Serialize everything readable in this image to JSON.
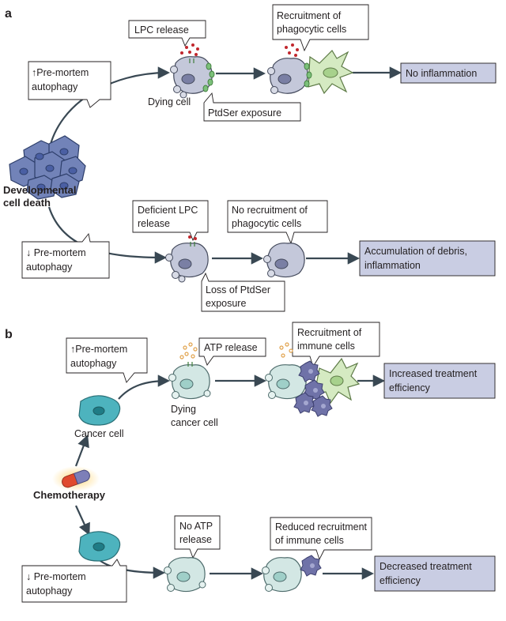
{
  "colors": {
    "arrow": "#394853",
    "outcome_box": "#c9cde3",
    "dev_cell": "#7283b8",
    "cancer_cell": "#4db3be",
    "dying_cell": "#c4c8da",
    "dying_cancer_cell": "#d3e7e4",
    "phagocyte": "#d5eac2",
    "immune_cell": "#6f72a8",
    "lpc_dot": "#c1272d",
    "atp_dot": "#e1a24c"
  },
  "panel_a": {
    "label": "a",
    "source_line1": "Developmental",
    "source_line2": "cell death",
    "up_autophagy_line1": "↑Pre-mortem",
    "up_autophagy_line2": "autophagy",
    "down_autophagy_line1": "↓ Pre-mortem",
    "down_autophagy_line2": "autophagy",
    "lpc_release": "LPC release",
    "recruitment_line1": "Recruitment of",
    "recruitment_line2": "phagocytic cells",
    "dying_cell": "Dying cell",
    "ptdser_exposure": "PtdSer exposure",
    "outcome_top": "No inflammation",
    "deficient_lpc_line1": "Deficient LPC",
    "deficient_lpc_line2": "release",
    "no_recruitment_line1": "No recruitment of",
    "no_recruitment_line2": "phagocytic cells",
    "loss_ptdser_line1": "Loss of PtdSer",
    "loss_ptdser_line2": "exposure",
    "outcome_bottom_line1": "Accumulation of debris,",
    "outcome_bottom_line2": "inflammation"
  },
  "panel_b": {
    "label": "b",
    "up_autophagy_line1": "↑Pre-mortem",
    "up_autophagy_line2": "autophagy",
    "atp_release": "ATP release",
    "recruitment_line1": "Recruitment of",
    "recruitment_line2": "immune cells",
    "outcome_top_line1": "Increased treatment",
    "outcome_top_line2": "efficiency",
    "dying_cancer_line1": "Dying",
    "dying_cancer_line2": "cancer cell",
    "cancer_cell": "Cancer cell",
    "chemotherapy": "Chemotherapy",
    "no_atp_line1": "No ATP",
    "no_atp_line2": "release",
    "reduced_recruitment_line1": "Reduced recruitment",
    "reduced_recruitment_line2": "of immune cells",
    "outcome_bottom_line1": "Decreased treatment",
    "outcome_bottom_line2": "efficiency",
    "down_autophagy_line1": "↓ Pre-mortem",
    "down_autophagy_line2": "autophagy"
  }
}
